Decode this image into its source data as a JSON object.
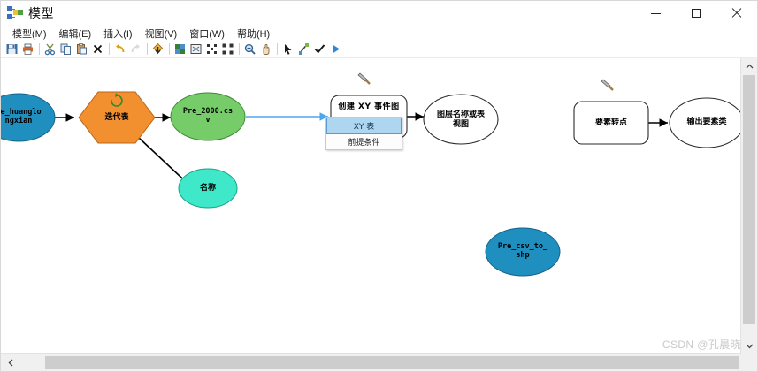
{
  "window": {
    "title": "模型",
    "icon": "model-builder-icon",
    "controls": {
      "minimize": "minimize-icon",
      "maximize": "maximize-icon",
      "close": "close-icon"
    }
  },
  "menubar": {
    "items": [
      {
        "label": "模型(M)",
        "name": "menu-model"
      },
      {
        "label": "编辑(E)",
        "name": "menu-edit"
      },
      {
        "label": "插入(I)",
        "name": "menu-insert"
      },
      {
        "label": "视图(V)",
        "name": "menu-view"
      },
      {
        "label": "窗口(W)",
        "name": "menu-window"
      },
      {
        "label": "帮助(H)",
        "name": "menu-help"
      }
    ]
  },
  "toolbar": {
    "buttons": [
      {
        "name": "save-button",
        "icon": "save-icon"
      },
      {
        "name": "print-button",
        "icon": "printer-icon"
      },
      {
        "name": "cut-button",
        "icon": "scissors-icon"
      },
      {
        "name": "copy-button",
        "icon": "copy-icon"
      },
      {
        "name": "paste-button",
        "icon": "paste-icon"
      },
      {
        "name": "delete-button",
        "icon": "x-icon"
      },
      {
        "name": "undo-button",
        "icon": "undo-arrow-icon"
      },
      {
        "name": "redo-button",
        "icon": "redo-arrow-icon"
      },
      {
        "name": "run-button",
        "icon": "run-diamond-icon"
      },
      {
        "name": "auto-layout-button",
        "icon": "grid-squares-icon"
      },
      {
        "name": "full-extent-button",
        "icon": "full-extent-icon"
      },
      {
        "name": "zoom-to-selected-button",
        "icon": "zoom-selected-icon"
      },
      {
        "name": "fit-page-button",
        "icon": "fit-page-icon"
      },
      {
        "name": "zoom-in-button",
        "icon": "magnifier-icon"
      },
      {
        "name": "pan-button",
        "icon": "hand-icon"
      },
      {
        "name": "select-button",
        "icon": "arrow-cursor-icon"
      },
      {
        "name": "connect-button",
        "icon": "connect-link-icon"
      },
      {
        "name": "validate-button",
        "icon": "checkmark-icon"
      },
      {
        "name": "run-model-button",
        "icon": "play-triangle-icon"
      }
    ]
  },
  "diagram": {
    "nodes": [
      {
        "name": "data-variable-pre-huanglongxian",
        "label": "re_huanglo\nngxian",
        "type": "data-variable",
        "shape": "ellipse",
        "color": "#1f8fc0"
      },
      {
        "name": "tool-iterate-table",
        "label": "迭代表",
        "type": "iterator",
        "shape": "hexagon",
        "color": "#f29030"
      },
      {
        "name": "data-variable-pre-2000-csv",
        "label": "Pre_2000.cs\nv",
        "type": "derived-data",
        "shape": "ellipse",
        "color": "#77cc6a"
      },
      {
        "name": "data-variable-name",
        "label": "名称",
        "type": "derived-data",
        "shape": "ellipse",
        "color": "#3ee8c8"
      },
      {
        "name": "tool-make-xy-event-layer",
        "label": "创建 XY 事件图",
        "type": "tool",
        "shape": "rounded-rect",
        "color": "#ffffff"
      },
      {
        "name": "data-variable-layer-name-or-table-view",
        "label": "图层名称或表\n视图",
        "type": "output-data",
        "shape": "ellipse",
        "color": "#ffffff"
      },
      {
        "name": "tool-feature-to-point",
        "label": "要素转点",
        "type": "tool",
        "shape": "rounded-rect",
        "color": "#ffffff"
      },
      {
        "name": "data-variable-output-feature-class",
        "label": "输出要素类",
        "type": "output-data",
        "shape": "ellipse",
        "color": "#ffffff"
      },
      {
        "name": "data-variable-pre-csv-to-shp",
        "label": "Pre_csv_to_\nshp",
        "type": "data-variable",
        "shape": "ellipse",
        "color": "#1f8fc0"
      }
    ],
    "dropdown": {
      "name": "xy-table-context-menu",
      "items": [
        {
          "label": "XY 表",
          "selected": true,
          "name": "dropdown-item-xy-table"
        },
        {
          "label": "前提条件",
          "selected": false,
          "name": "dropdown-item-precondition"
        }
      ]
    },
    "connector_color": "#4ea6ef"
  },
  "scrollbars": {
    "vertical": {
      "up": "chevron-up-icon",
      "down": "chevron-down-icon"
    },
    "horizontal": {
      "left": "chevron-left-icon"
    }
  },
  "watermark": {
    "text": "CSDN @孔晨晓"
  }
}
